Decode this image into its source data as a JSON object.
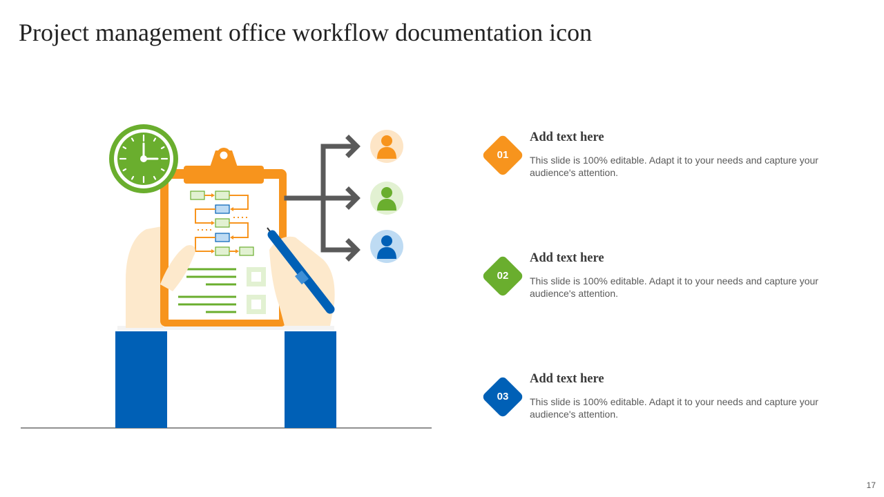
{
  "slide": {
    "title": "Project management office workflow documentation icon",
    "page_number": "17"
  },
  "colors": {
    "orange": "#F7941D",
    "green": "#6AAE2E",
    "blue": "#0060B6",
    "gray": "#5A5A5A",
    "skin": "#FDE9CC"
  },
  "items": [
    {
      "number": "01",
      "title": "Add text here",
      "body": "This slide is 100% editable. Adapt it to your needs and capture your audience's attention.",
      "color": "#F7941D"
    },
    {
      "number": "02",
      "title": "Add text here",
      "body": "This slide is 100% editable. Adapt it to your needs and capture your audience's attention.",
      "color": "#6AAE2E"
    },
    {
      "number": "03",
      "title": "Add text here",
      "body": "This slide is 100% editable. Adapt it to your needs and capture your audience's attention.",
      "color": "#0060B6"
    }
  ],
  "icons": [
    "clock-icon",
    "clipboard-icon",
    "flowchart-icon",
    "pen-icon",
    "hands-icon",
    "branch-arrows-icon",
    "user-icon"
  ]
}
